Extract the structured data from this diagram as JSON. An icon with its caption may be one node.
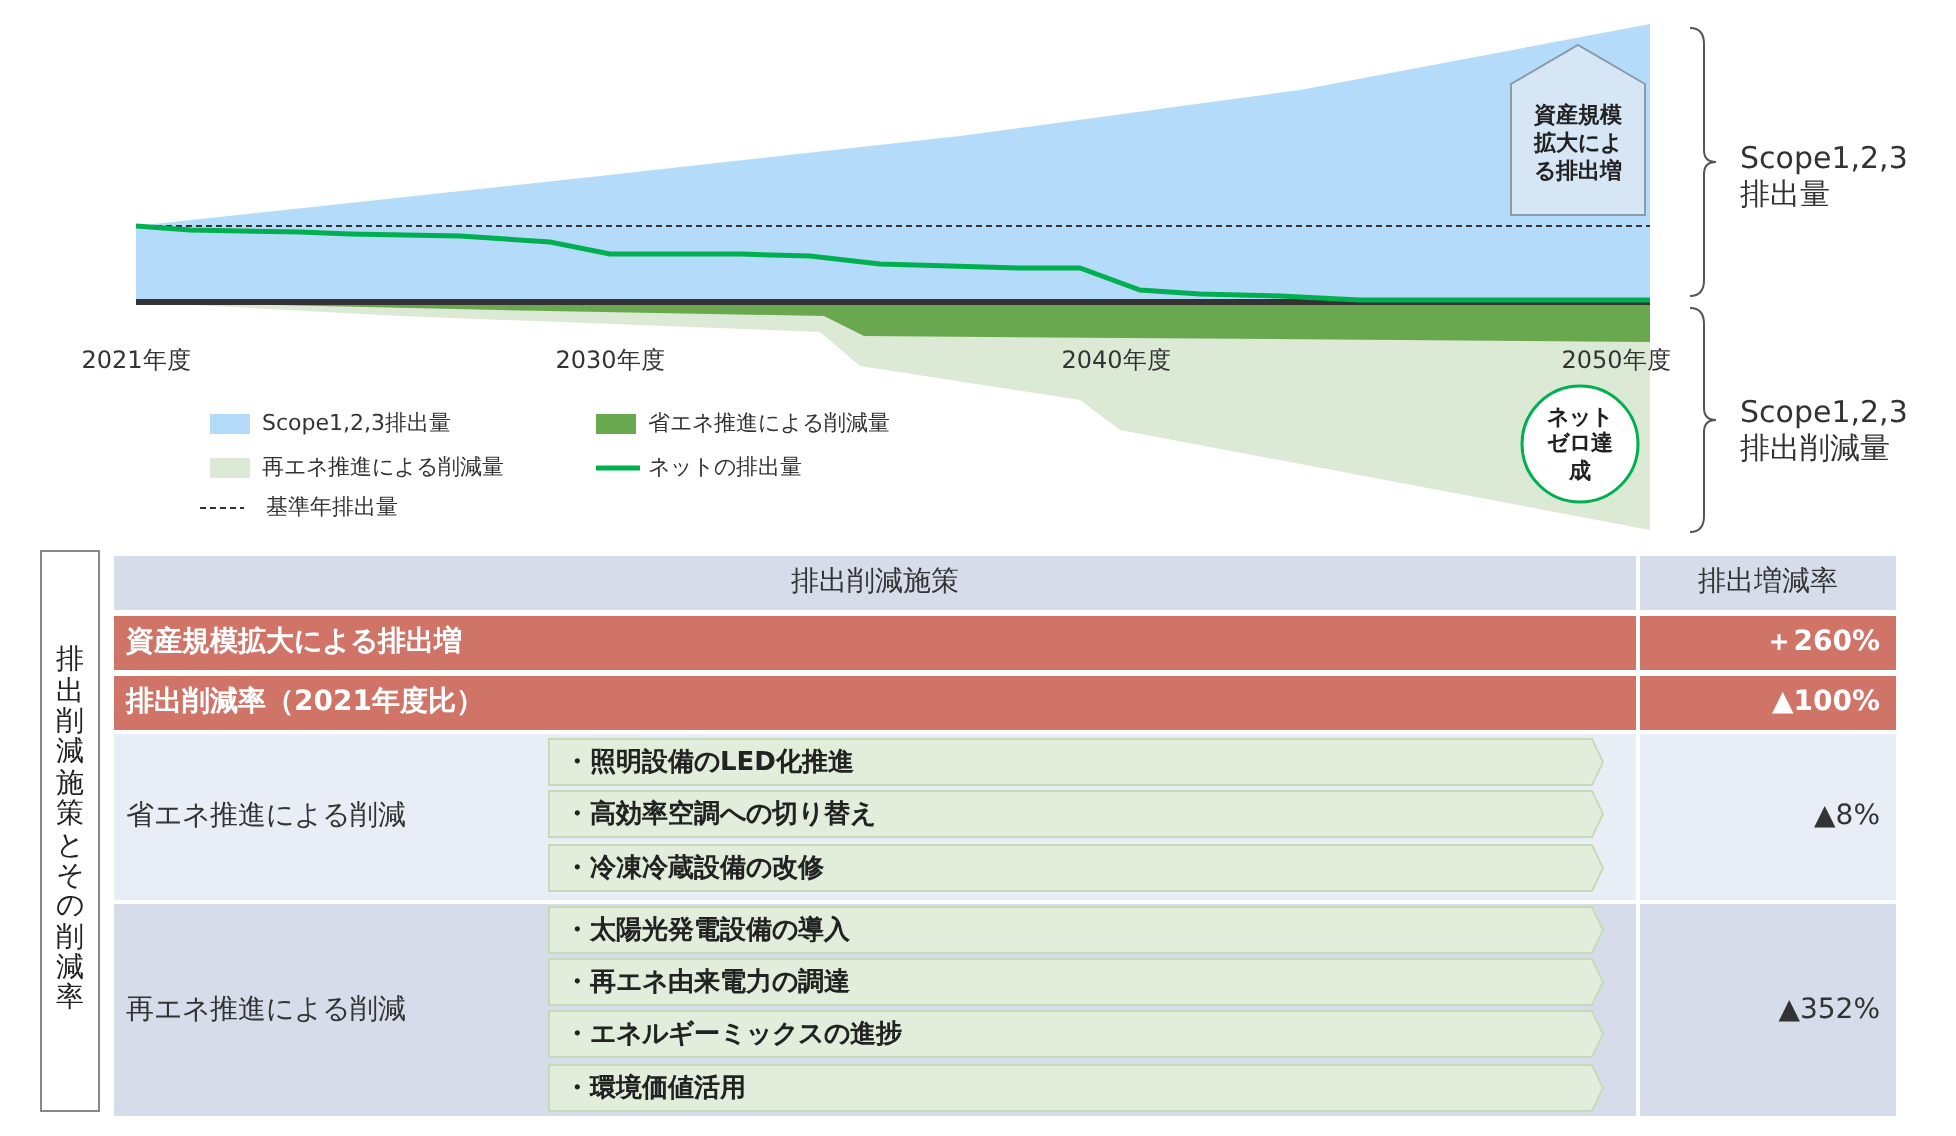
{
  "diagram": {
    "nodes": [
      {
        "text": [
          "資産規模拡大による排出増"
        ]
      },
      {
        "text": [
          "ネットゼロ達成"
        ]
      },
      {
        "text": [
          "排出削減施策とその削減率"
        ]
      },
      {
        "text": [
          "・照明設備のLED化推進"
        ]
      },
      {
        "text": [
          "・高効率空調への切り替え"
        ]
      },
      {
        "text": [
          "・冷凍冷蔵設備の改修"
        ]
      },
      {
        "text": [
          "・太陽光発電設備の導入"
        ]
      },
      {
        "text": [
          "・再エネ由来電力の調達"
        ]
      },
      {
        "text": [
          "・エネルギーミックスの進捗"
        ]
      },
      {
        "text": [
          "・環境価値活用"
        ]
      }
    ],
    "labels": [
      "2021年度",
      "2030年度",
      "2040年度",
      "2050年度",
      "Scope1,2,3 排出量",
      "Scope1,2,3 排出削減量",
      "排出削減施策",
      "排出増減率",
      "資産規模拡大による排出増",
      "＋260%",
      "排出削減率（2021年度比）",
      "▲100%",
      "省エネ推進による削減",
      "▲8%",
      "再エネ推進による削減",
      "▲352%"
    ],
    "legend": [
      {
        "text": "Scope1,2,3排出量",
        "color": "#b4dcfa"
      },
      {
        "text": "省エネ推進による削減量",
        "color": "#6aa84f"
      },
      {
        "text": "再エネ推進による削減量",
        "color": "#dce9d5"
      },
      {
        "text": "ネットの排出量"
      },
      {
        "text": "基準年排出量"
      }
    ]
  }
}
